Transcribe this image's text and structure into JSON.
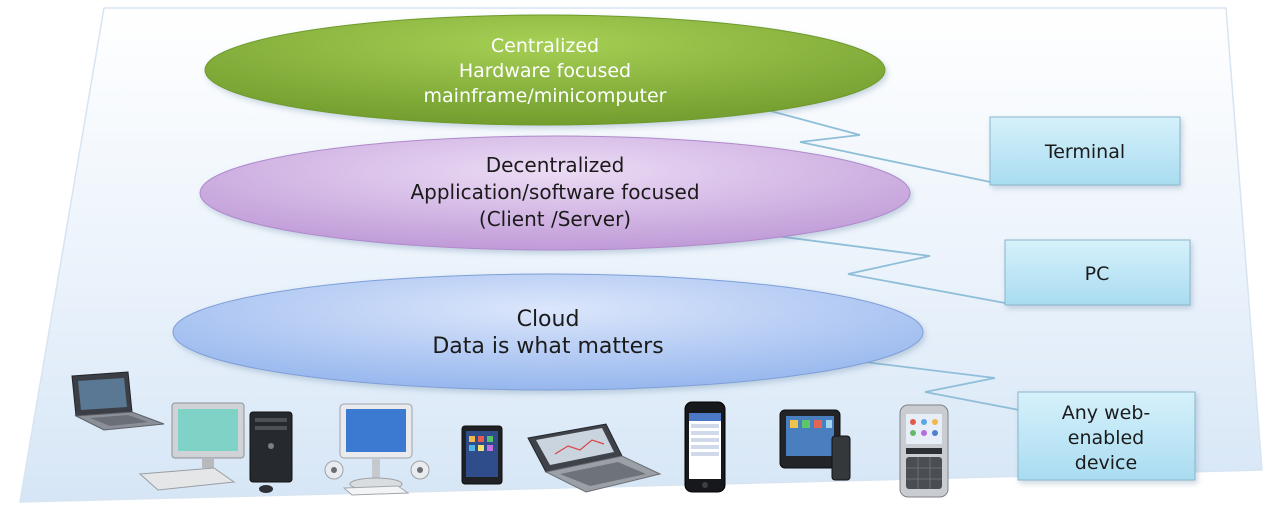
{
  "eras": [
    {
      "lines": [
        "Centralized",
        "Hardware focused",
        "mainframe/minicomputer"
      ],
      "color": "#8cb33e"
    },
    {
      "lines": [
        "Decentralized",
        "Application/software focused",
        "(Client /Server)"
      ],
      "color": "#c9a9dc"
    },
    {
      "lines": [
        "Cloud",
        "Data is what matters"
      ],
      "color": "#9cbbee"
    }
  ],
  "devices": {
    "boxes": [
      {
        "lines": [
          "Terminal"
        ]
      },
      {
        "lines": [
          "PC"
        ]
      },
      {
        "lines": [
          "Any web-",
          "enabled",
          "device"
        ]
      }
    ],
    "box_color": "#bfe6f5"
  },
  "device_icons": [
    "laptop-icon",
    "desktop-pc-icon",
    "imac-icon",
    "tablet-icon",
    "netbook-icon",
    "smartphone-icon",
    "slider-phone-icon",
    "blackberry-icon"
  ]
}
